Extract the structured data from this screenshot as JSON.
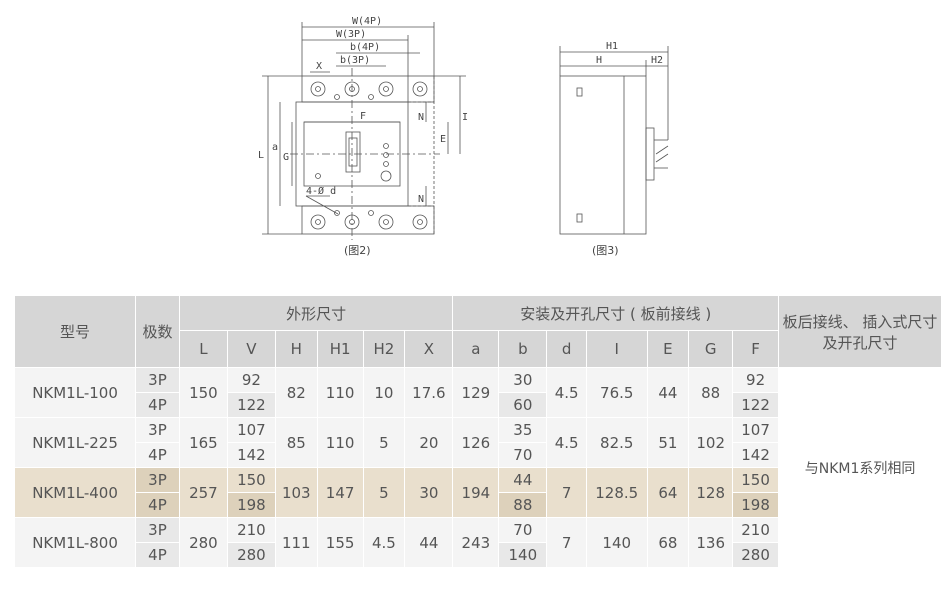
{
  "drawings": {
    "fig2_labels": {
      "w4p": "W(4P)",
      "w3p": "W(3P)",
      "b4p": "b(4P)",
      "b3p": "b(3P)",
      "x": "X",
      "L": "L",
      "a": "a",
      "G": "G",
      "F": "F",
      "N": "N",
      "E": "E",
      "I": "I",
      "d": "4-Ø d"
    },
    "fig2_caption": "(图2)",
    "fig3_labels": {
      "H1": "H1",
      "H": "H",
      "H2": "H2"
    },
    "fig3_caption": "(图3)"
  },
  "table": {
    "h_model": "型号",
    "h_poles": "极数",
    "h_group1": "外形尺寸",
    "h_group2": "安装及开孔尺寸 ( 板前接线 )",
    "h_group3": "板后接线、 插入式尺寸及开孔尺寸",
    "cols": [
      "L",
      "V",
      "H",
      "H1",
      "H2",
      "X",
      "a",
      "b",
      "d",
      "I",
      "E",
      "G",
      "F"
    ],
    "note": "与NKM1系列相同",
    "rows": [
      {
        "model": "NKM1L-100",
        "p3": "3P",
        "p4": "4P",
        "L": "150",
        "V3": "92",
        "V4": "122",
        "H": "82",
        "H1": "110",
        "H2": "10",
        "X": "17.6",
        "a": "129",
        "b3": "30",
        "b4": "60",
        "d": "4.5",
        "I": "76.5",
        "E": "44",
        "G": "88",
        "F3": "92",
        "F4": "122"
      },
      {
        "model": "NKM1L-225",
        "p3": "3P",
        "p4": "4P",
        "L": "165",
        "V3": "107",
        "V4": "142",
        "H": "85",
        "H1": "110",
        "H2": "5",
        "X": "20",
        "a": "126",
        "b3": "35",
        "b4": "70",
        "d": "4.5",
        "I": "82.5",
        "E": "51",
        "G": "102",
        "F3": "107",
        "F4": "142"
      },
      {
        "model": "NKM1L-400",
        "p3": "3P",
        "p4": "4P",
        "L": "257",
        "V3": "150",
        "V4": "198",
        "H": "103",
        "H1": "147",
        "H2": "5",
        "X": "30",
        "a": "194",
        "b3": "44",
        "b4": "88",
        "d": "7",
        "I": "128.5",
        "E": "64",
        "G": "128",
        "F3": "150",
        "F4": "198"
      },
      {
        "model": "NKM1L-800",
        "p3": "3P",
        "p4": "4P",
        "L": "280",
        "V3": "210",
        "V4": "280",
        "H": "111",
        "H1": "155",
        "H2": "4.5",
        "X": "44",
        "a": "243",
        "b3": "70",
        "b4": "140",
        "d": "7",
        "I": "140",
        "E": "68",
        "G": "136",
        "F3": "210",
        "F4": "280"
      }
    ]
  }
}
